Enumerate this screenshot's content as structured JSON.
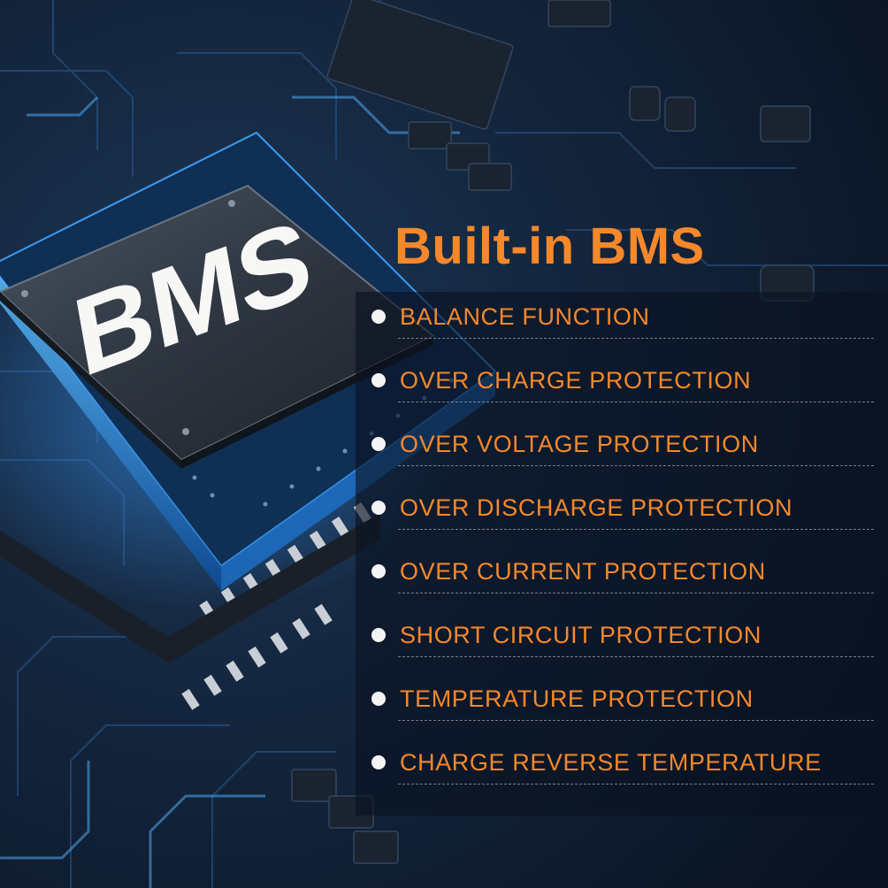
{
  "chip_label": "BMS",
  "heading": "Built-in BMS",
  "features": [
    "BALANCE FUNCTION",
    "OVER CHARGE PROTECTION",
    "OVER VOLTAGE PROTECTION",
    "OVER DISCHARGE PROTECTION",
    "OVER CURRENT PROTECTION",
    "SHORT CIRCUIT PROTECTION",
    "TEMPERATURE PROTECTION",
    "CHARGE REVERSE TEMPERATURE"
  ],
  "colors": {
    "accent": "#f5882a",
    "background": "#0b1626",
    "circuit_glow": "#2f8fe8",
    "bullet": "#f4f4f4"
  }
}
